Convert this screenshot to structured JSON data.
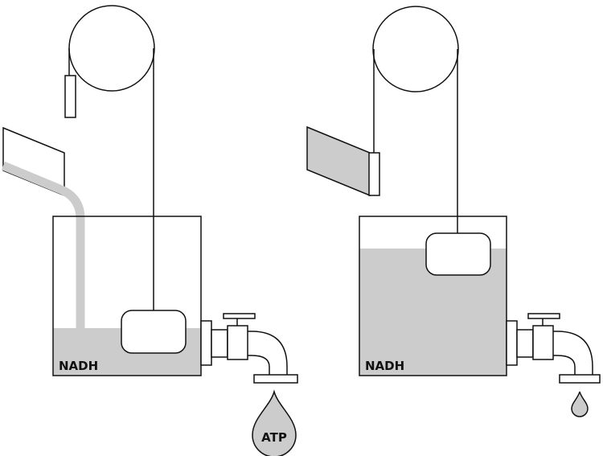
{
  "labels": {
    "left_tank": "NADH",
    "right_tank": "NADH",
    "atp_drop": "ATP"
  },
  "colors": {
    "fill": "#cccccc",
    "stroke": "#111111",
    "background": "#ffffff"
  }
}
